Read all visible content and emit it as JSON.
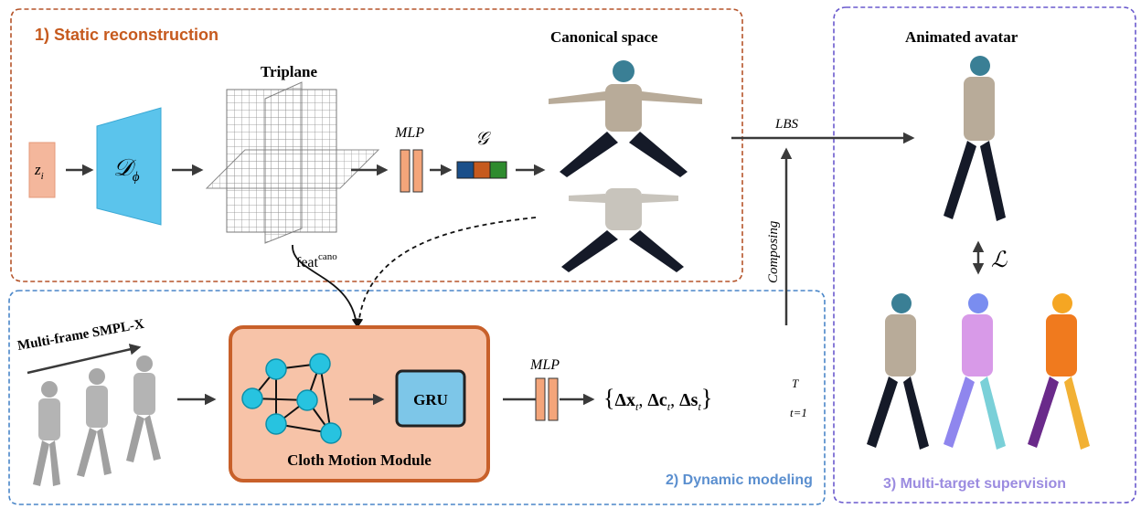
{
  "sections": {
    "static_title": "1) Static reconstruction",
    "dynamic_title": "2) Dynamic modeling",
    "supervision_title": "3) Multi-target supervision"
  },
  "labels": {
    "canonical_space": "Canonical space",
    "animated_avatar": "Animated avatar",
    "triplane": "Triplane",
    "mlp_top": "MLP",
    "mlp_bottom": "MLP",
    "gaussians_symbol": "𝒢",
    "lbs": "LBS",
    "composing": "Composing",
    "loss_symbol": "ℒ",
    "multi_frame": "Multi-frame SMPL-X",
    "gru": "GRU",
    "cloth_module": "Cloth Motion Module",
    "latent": "z",
    "latent_sub": "i",
    "decoder": "𝒟",
    "decoder_sub": "ϕ",
    "feat": "feat",
    "feat_sup": "cano",
    "output_left": "{Δx",
    "output_formula": "{Δx_t, Δc_t, Δs_t}_{t=1}^{T}",
    "output_sup": "T",
    "output_sub": "t=1"
  },
  "colors": {
    "static_border": "#b5542a",
    "dynamic_border": "#4a86c8",
    "supervision_border": "#6a5acd",
    "static_title": "#c65a1e",
    "dynamic_title": "#5b8fcf",
    "supervision_title": "#9b8be0",
    "latent_fill": "#f4b79c",
    "decoder_fill": "#5bc4ec",
    "mlp_fill": "#f4a57a",
    "module_fill": "#f7c3a8",
    "module_border": "#c8602a",
    "node_fill": "#27c3e0",
    "gru_fill": "#7dc6e8",
    "gauss_1": "#1a4f8a",
    "gauss_2": "#c65a1e",
    "gauss_3": "#2e8b2e"
  }
}
